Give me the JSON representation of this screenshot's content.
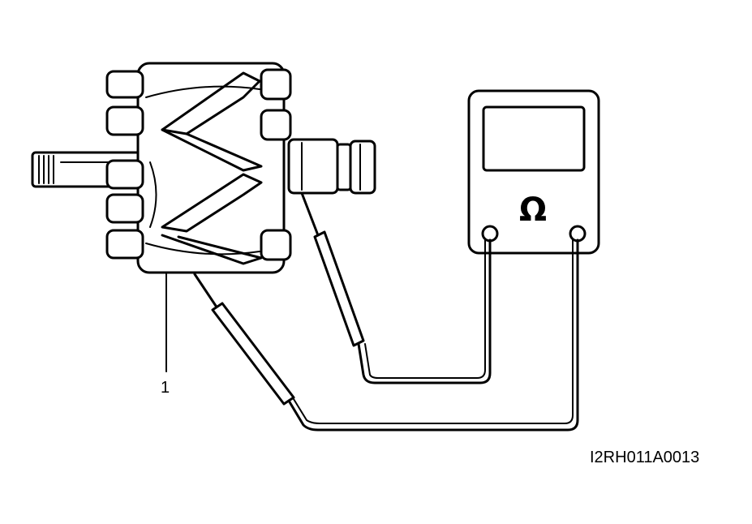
{
  "figure": {
    "code": "I2RH011A0013",
    "callout_number": "1",
    "meter_symbol": "Ω"
  }
}
